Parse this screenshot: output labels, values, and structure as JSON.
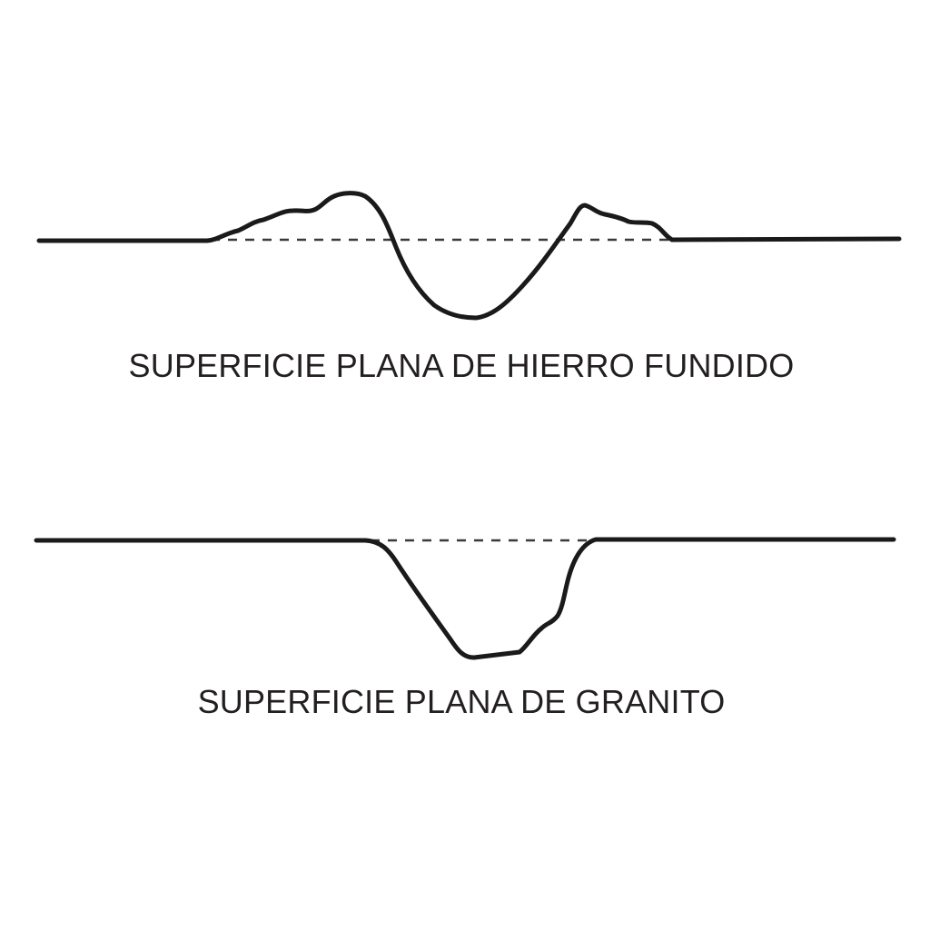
{
  "panels": [
    {
      "id": "cast-iron",
      "caption": "SUPERFICIE PLANA DE HIERRO FUNDIDO",
      "profile": "raised burrs around a scratch"
    },
    {
      "id": "granite",
      "caption": "SUPERFICIE PLANA DE GRANITO",
      "profile": "clean scratch without raised edges"
    }
  ],
  "colors": {
    "line": "#1a1a1a",
    "dashed": "#3a3a3a",
    "text": "#231f20",
    "background": "#ffffff"
  }
}
